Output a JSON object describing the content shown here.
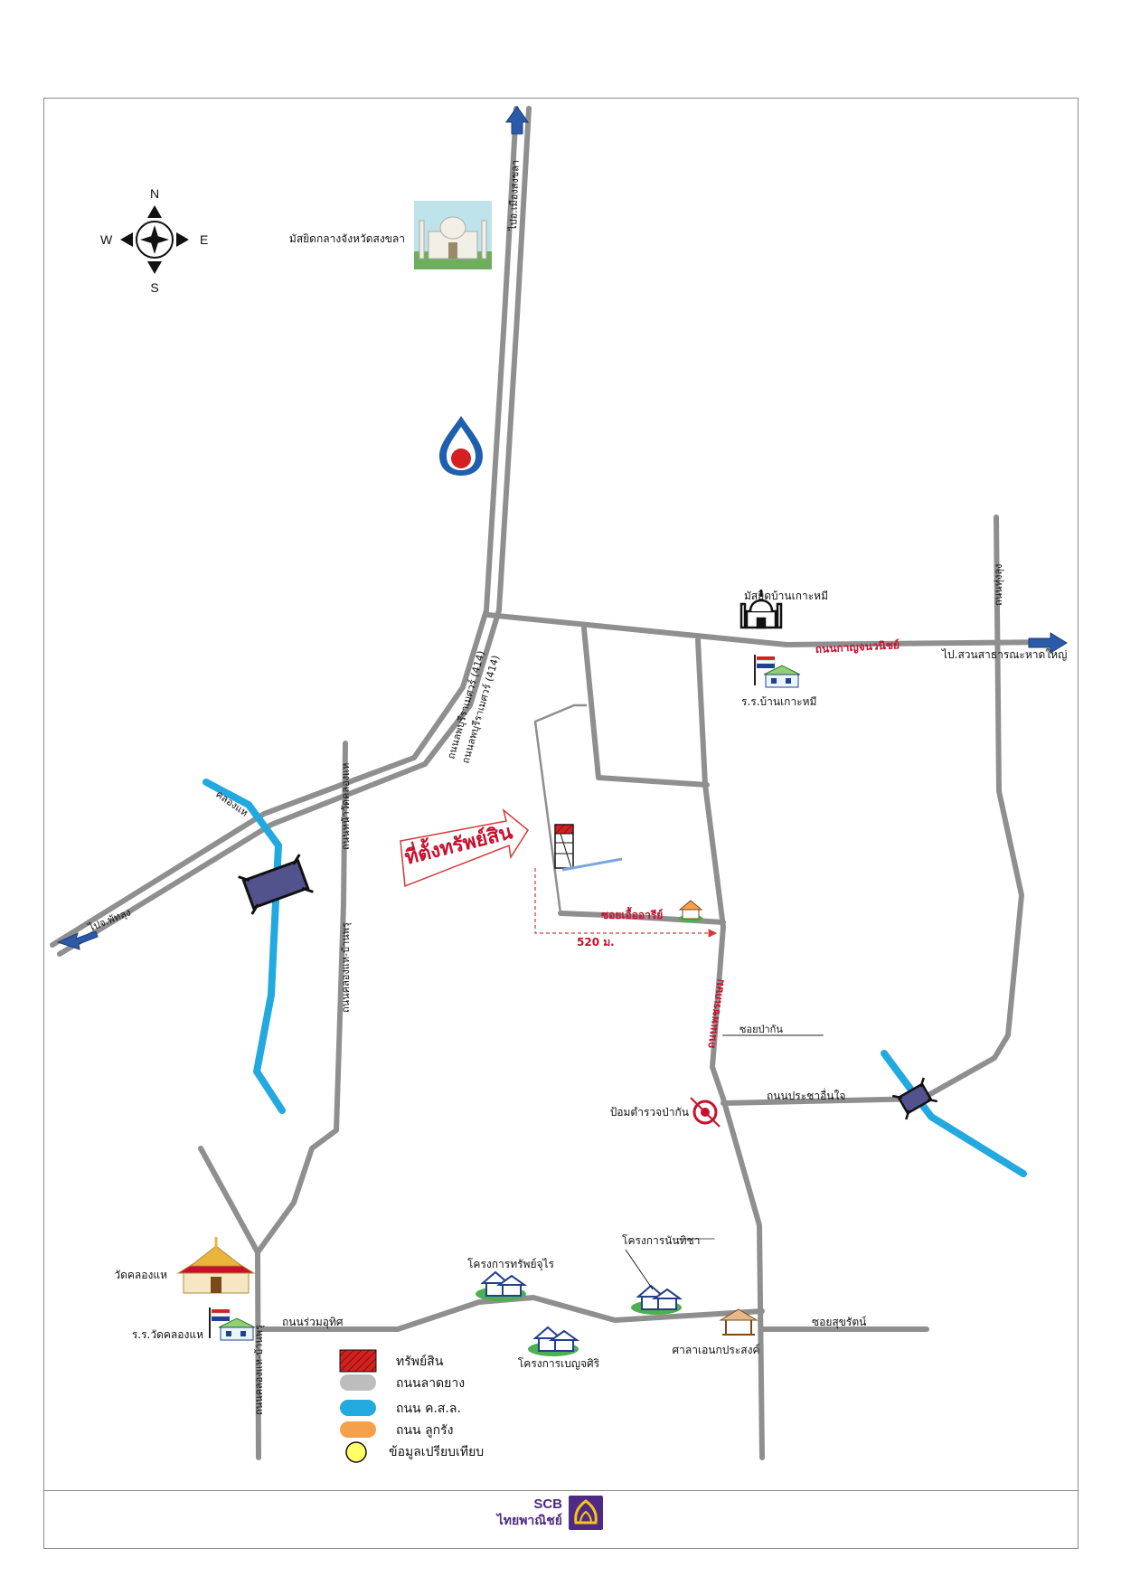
{
  "compass": {
    "n": "N",
    "s": "S",
    "e": "E",
    "w": "W"
  },
  "landmarks": {
    "central_mosque": "มัสยิดกลางจังหวัดสงขลา",
    "mosque_ban_koh_mi": "มัสยิดบ้านเกาะหมี",
    "school_ban_koh_mi": "ร.ร.บ้านเกาะหมี",
    "wat_khlong_hae": "วัดคลองแห",
    "school_wat_khlong_hae": "ร.ร.วัดคลองแห",
    "police_box": "ป้อมตำรวจป่ากัน",
    "sala": "ศาลาเอนกประสงค์",
    "project_sap_chu_rai": "โครงการทรัพย์จุไร",
    "project_nanthicha": "โครงการนันทิชา",
    "project_benchasiri": "โครงการเบญจศิริ",
    "gas_station_icon": "ptt-gas-station-icon"
  },
  "roads": {
    "to_songkhla": "ไปอ.เมืองสงขลา",
    "kanchanawanit_1": "ถนนลพบุรีราเมศวร์ (414)",
    "kanchanawanit_2": "ถนนลพบุรีราเมศวร์ (414)",
    "to_phatthalung": "ไปจ.พัทลุง",
    "khlong_hae": "คลองแห",
    "road_left_vertical": "ถนนหน้าวัดคลองแห",
    "road_left_vertical_2": "ถนนคลองแห-บ้านพรุ",
    "koh_mi_road": "ถนนกาญจนวนิชย์",
    "to_public_park": "ไป.สวนสาธารณะหาดใหญ่",
    "right_vertical": "ถนนทุ่งลุง",
    "soi_property": "ซอยเอื้ออารีย์",
    "distance": "520 ม.",
    "phet_kasem": "ถนนเพชรเกษม",
    "soi_pa_kan": "ซอยป่ากัน",
    "prachauenchai": "ถนนประชาอื่นใจ",
    "ruam_uthit": "ถนนร่วมอุทิศ",
    "soi_sukrat": "ซอยสุขรัตน์",
    "khlong_hae_road_bottom": "ถนนคลองแห-บ้านพรุ"
  },
  "property_label": "ที่ตั้งทรัพย์สิน",
  "legend": [
    {
      "label": "ทรัพย์สิน",
      "color": "#d42020",
      "shape": "hatched-rect"
    },
    {
      "label": "ถนนลาดยาง",
      "color": "#bdbdbd",
      "shape": "pill"
    },
    {
      "label": "ถนน ค.ส.ล.",
      "color": "#22a9e0",
      "shape": "pill"
    },
    {
      "label": "ถนน ลูกรัง",
      "color": "#f5a04a",
      "shape": "pill"
    },
    {
      "label": "ข้อมูลเปรียบเทียบ",
      "color": "#ffff66",
      "shape": "circle"
    }
  ],
  "brand": {
    "en": "SCB",
    "th": "ไทยพาณิชย์",
    "color": "#4e2a84"
  }
}
